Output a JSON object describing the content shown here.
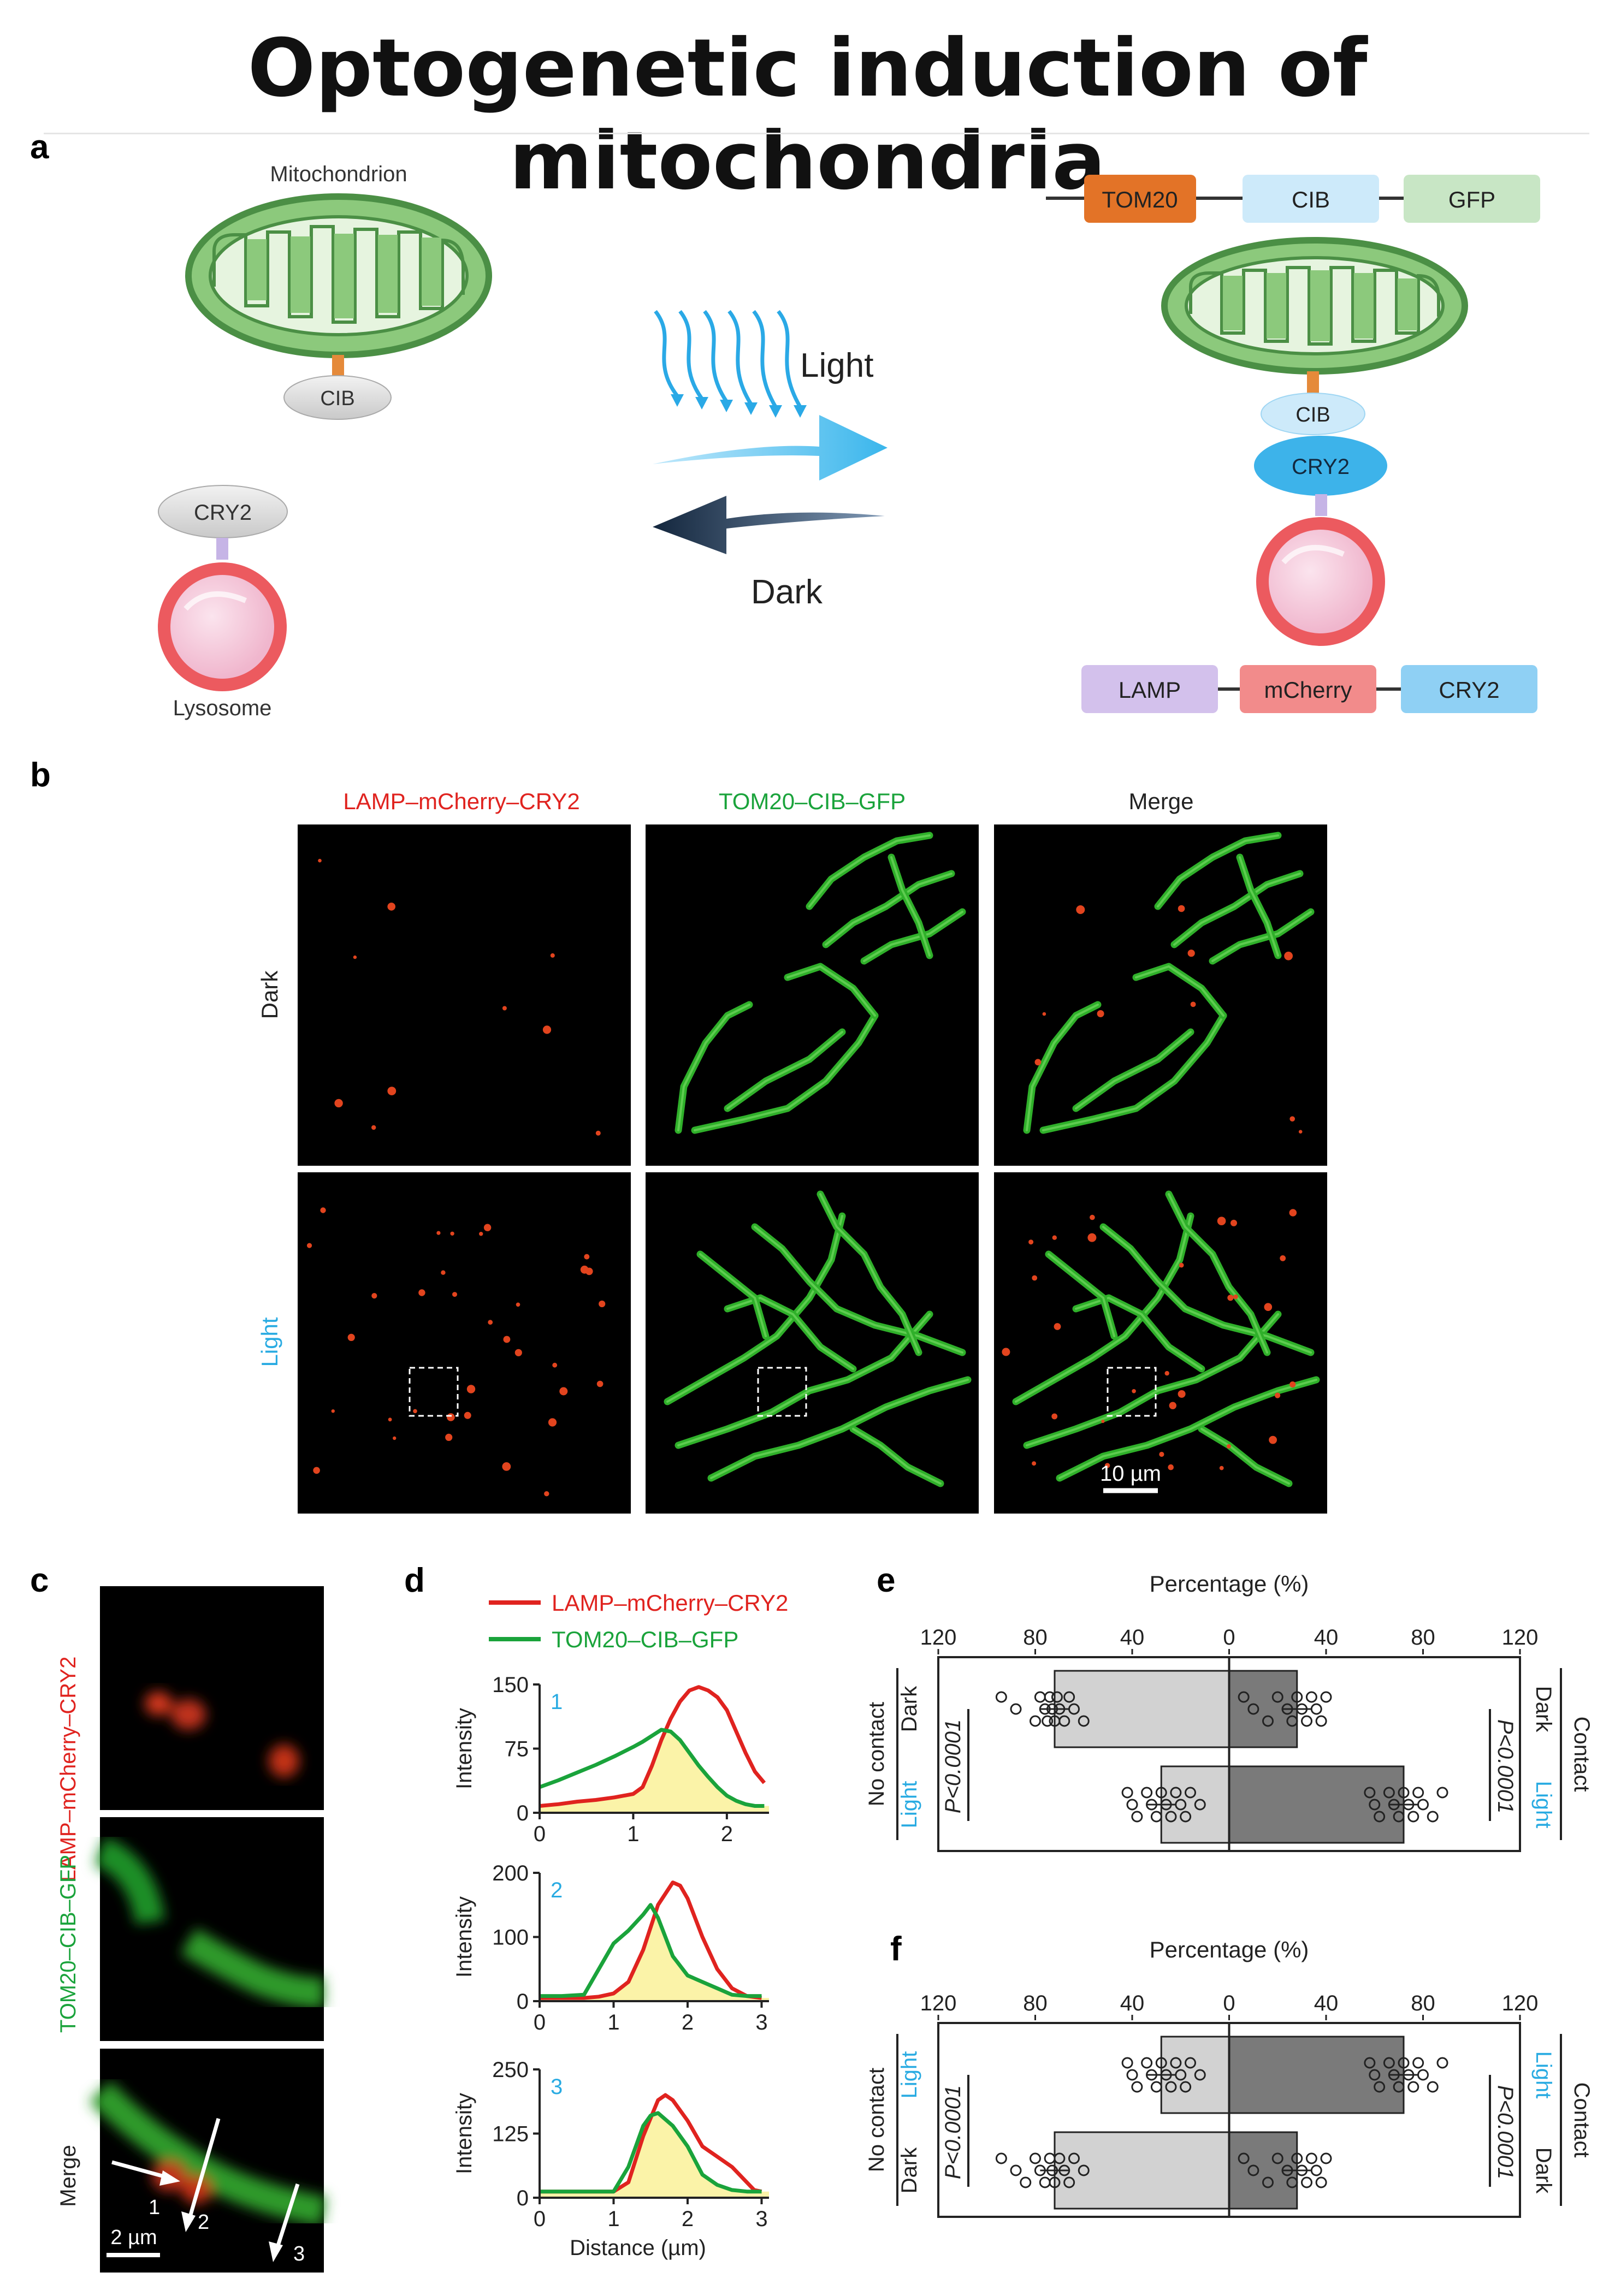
{
  "title": "Optogenetic induction of mitochondria",
  "panel_letters": [
    "a",
    "b",
    "c",
    "d",
    "e",
    "f"
  ],
  "panel_a": {
    "mitochondrion_label": "Mitochondrion",
    "lysosome_label": "Lysosome",
    "cib": "CIB",
    "cry2": "CRY2",
    "light": "Light",
    "dark": "Dark",
    "top_fusion": [
      "TOM20",
      "CIB",
      "GFP"
    ],
    "bottom_fusion": [
      "LAMP",
      "mCherry",
      "CRY2"
    ],
    "colors": {
      "mito_fill": "#8cc97c",
      "mito_stroke": "#4b8f45",
      "lyso_ring": "#ec5a5f",
      "lyso_inner": "#f4c9d9",
      "light_blue": "#37b4ea",
      "dark_blue": "#1d3a5a"
    }
  },
  "panel_b": {
    "column_labels": [
      "LAMP–mCherry–CRY2",
      "TOM20–CIB–GFP",
      "Merge"
    ],
    "row_labels": [
      "Dark",
      "Light"
    ],
    "scale_bar": "10 µm",
    "colors": {
      "red": "#e0231f",
      "green": "#1aa33b",
      "cyan": "#29abe2"
    }
  },
  "panel_c": {
    "labels": [
      "LAMP–mCherry–CRY2",
      "TOM20–CIB–GFP",
      "Merge"
    ],
    "arrow_labels": [
      "1",
      "2",
      "3"
    ],
    "scale_bar": "2 µm"
  },
  "panel_d": {
    "legend": [
      "LAMP–mCherry–CRY2",
      "TOM20–CIB–GFP"
    ],
    "ylabel": "Intensity",
    "xlabel": "Distance (µm)"
  },
  "panel_e": {
    "axis_label": "Percentage (%)",
    "ticks": [
      "120",
      "80",
      "40",
      "0",
      "40",
      "80",
      "120"
    ],
    "left_group": "No contact",
    "right_group": "Contact",
    "rows": [
      "Dark",
      "Light"
    ],
    "p_value": "P<0.0001"
  },
  "panel_f": {
    "axis_label": "Percentage (%)",
    "ticks": [
      "120",
      "80",
      "40",
      "0",
      "40",
      "80",
      "120"
    ],
    "left_group": "No contact",
    "right_group": "Contact",
    "rows": [
      "Light",
      "Dark"
    ],
    "p_value": "P<0.0001"
  },
  "chart_data": [
    {
      "type": "line",
      "panel": "d1",
      "id_label": "1",
      "ylabel": "Intensity",
      "xlim": [
        0,
        2.45
      ],
      "ylim": [
        0,
        150
      ],
      "xticks": [
        0,
        1,
        2
      ],
      "yticks": [
        0,
        75,
        150
      ],
      "series": [
        {
          "name": "LAMP–mCherry–CRY2",
          "color": "#e0231f",
          "x": [
            0,
            0.2,
            0.4,
            0.6,
            0.8,
            1.0,
            1.1,
            1.2,
            1.3,
            1.4,
            1.5,
            1.6,
            1.7,
            1.8,
            1.9,
            2.0,
            2.1,
            2.2,
            2.3,
            2.4
          ],
          "y": [
            8,
            10,
            13,
            15,
            18,
            22,
            30,
            55,
            85,
            110,
            130,
            143,
            147,
            143,
            135,
            120,
            95,
            70,
            48,
            35
          ]
        },
        {
          "name": "TOM20–CIB–GFP",
          "color": "#1aa33b",
          "x": [
            0,
            0.2,
            0.4,
            0.6,
            0.8,
            1.0,
            1.1,
            1.2,
            1.3,
            1.4,
            1.5,
            1.6,
            1.7,
            1.8,
            1.9,
            2.0,
            2.1,
            2.2,
            2.3,
            2.4
          ],
          "y": [
            30,
            38,
            47,
            56,
            66,
            77,
            83,
            90,
            97,
            95,
            85,
            70,
            55,
            42,
            30,
            20,
            14,
            10,
            8,
            8
          ]
        }
      ]
    },
    {
      "type": "line",
      "panel": "d2",
      "id_label": "2",
      "ylabel": "Intensity",
      "xlim": [
        0,
        3.1
      ],
      "ylim": [
        0,
        200
      ],
      "xticks": [
        0,
        1,
        2,
        3
      ],
      "yticks": [
        0,
        100,
        200
      ],
      "series": [
        {
          "name": "LAMP–mCherry–CRY2",
          "color": "#e0231f",
          "x": [
            0,
            0.3,
            0.6,
            0.8,
            1.0,
            1.2,
            1.4,
            1.6,
            1.8,
            1.9,
            2.0,
            2.2,
            2.4,
            2.6,
            2.8,
            3.0
          ],
          "y": [
            5,
            5,
            5,
            7,
            12,
            30,
            80,
            150,
            185,
            180,
            160,
            100,
            50,
            20,
            8,
            5
          ]
        },
        {
          "name": "TOM20–CIB–GFP",
          "color": "#1aa33b",
          "x": [
            0,
            0.3,
            0.6,
            0.8,
            1.0,
            1.2,
            1.4,
            1.5,
            1.6,
            1.8,
            2.0,
            2.2,
            2.4,
            2.6,
            2.8,
            3.0
          ],
          "y": [
            8,
            8,
            10,
            50,
            90,
            110,
            135,
            150,
            130,
            70,
            40,
            30,
            20,
            10,
            8,
            8
          ]
        }
      ]
    },
    {
      "type": "line",
      "panel": "d3",
      "id_label": "3",
      "ylabel": "Intensity",
      "xlabel": "Distance (µm)",
      "xlim": [
        0,
        3.1
      ],
      "ylim": [
        0,
        250
      ],
      "xticks": [
        0,
        1,
        2,
        3
      ],
      "yticks": [
        0,
        125,
        250
      ],
      "series": [
        {
          "name": "LAMP–mCherry–CRY2",
          "color": "#e0231f",
          "x": [
            0,
            0.5,
            1.0,
            1.2,
            1.4,
            1.6,
            1.7,
            1.8,
            2.0,
            2.2,
            2.4,
            2.6,
            2.8,
            2.9,
            3.0
          ],
          "y": [
            12,
            12,
            12,
            30,
            120,
            190,
            200,
            190,
            150,
            100,
            80,
            60,
            30,
            15,
            12
          ]
        },
        {
          "name": "TOM20–CIB–GFP",
          "color": "#1aa33b",
          "x": [
            0,
            0.5,
            1.0,
            1.2,
            1.4,
            1.5,
            1.6,
            1.8,
            2.0,
            2.2,
            2.4,
            2.6,
            2.8,
            3.0
          ],
          "y": [
            12,
            12,
            12,
            60,
            140,
            160,
            165,
            140,
            100,
            45,
            25,
            15,
            12,
            12
          ]
        }
      ]
    },
    {
      "type": "bar",
      "panel": "e",
      "orientation": "horizontal",
      "xlabel": "Percentage (%)",
      "xlim": [
        -120,
        120
      ],
      "categories": [
        "Dark",
        "Light"
      ],
      "no_contact_values": [
        72,
        28
      ],
      "contact_values": [
        28,
        72
      ],
      "no_contact_points": [
        [
          94,
          88,
          80,
          78,
          76,
          75,
          74,
          73,
          72,
          71,
          70,
          68,
          66,
          64,
          60
        ],
        [
          42,
          40,
          38,
          34,
          32,
          30,
          28,
          26,
          24,
          22,
          20,
          18,
          16,
          12
        ]
      ],
      "contact_points": [
        [
          6,
          10,
          16,
          20,
          24,
          26,
          28,
          30,
          32,
          34,
          36,
          38,
          40
        ],
        [
          58,
          60,
          62,
          66,
          68,
          70,
          72,
          74,
          76,
          78,
          80,
          84,
          88
        ]
      ],
      "p_value": "P<0.0001",
      "colors": {
        "no_contact": "#d2d2d2",
        "contact": "#7a7a7a"
      }
    },
    {
      "type": "bar",
      "panel": "f",
      "orientation": "horizontal",
      "xlabel": "Percentage (%)",
      "xlim": [
        -120,
        120
      ],
      "categories": [
        "Light",
        "Dark"
      ],
      "no_contact_values": [
        28,
        72
      ],
      "contact_values": [
        72,
        28
      ],
      "no_contact_points": [
        [
          42,
          40,
          38,
          34,
          32,
          30,
          28,
          26,
          24,
          22,
          20,
          18,
          16,
          12
        ],
        [
          94,
          88,
          84,
          80,
          78,
          76,
          74,
          73,
          72,
          70,
          68,
          66,
          64,
          60
        ]
      ],
      "contact_points": [
        [
          58,
          60,
          62,
          66,
          68,
          70,
          72,
          74,
          76,
          78,
          80,
          84,
          88
        ],
        [
          6,
          10,
          16,
          20,
          24,
          26,
          28,
          30,
          32,
          34,
          36,
          38,
          40
        ]
      ],
      "p_value": "P<0.0001",
      "colors": {
        "no_contact": "#d2d2d2",
        "contact": "#7a7a7a"
      }
    }
  ]
}
